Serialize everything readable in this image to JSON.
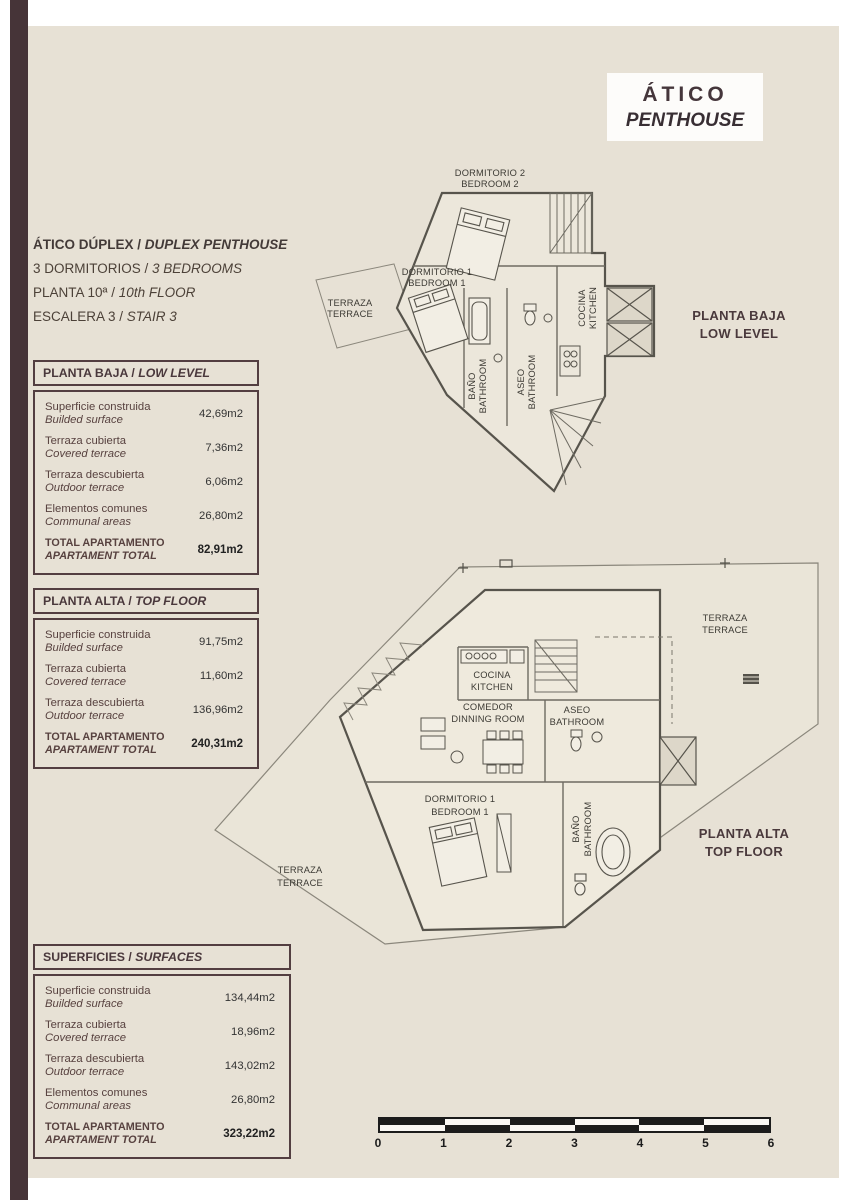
{
  "theme": {
    "accent_color": "#463438",
    "background_color": "#e7e1d5",
    "table_border_color": "#533e41"
  },
  "title_box": {
    "line1": "ÁTICO",
    "line2": "PENTHOUSE"
  },
  "info_block": {
    "lines": [
      {
        "es": "ÁTICO DÚPLEX / ",
        "en": "DUPLEX PENTHOUSE"
      },
      {
        "es": "3 DORMITORIOS / ",
        "en": "3 BEDROOMS"
      },
      {
        "es": "PLANTA 10ª / ",
        "en": "10th FLOOR"
      },
      {
        "es": "ESCALERA 3 / ",
        "en": "STAIR 3"
      }
    ]
  },
  "tables": {
    "low_level": {
      "title_es": "PLANTA BAJA / ",
      "title_en": "LOW LEVEL",
      "rows": [
        {
          "es": "Superficie construida",
          "en": "Builded surface",
          "value": "42,69m2"
        },
        {
          "es": "Terraza cubierta",
          "en": "Covered terrace",
          "value": "7,36m2"
        },
        {
          "es": "Terraza descubierta",
          "en": "Outdoor terrace",
          "value": "6,06m2"
        },
        {
          "es": "Elementos comunes",
          "en": "Communal areas",
          "value": "26,80m2"
        }
      ],
      "total": {
        "es": "TOTAL APARTAMENTO",
        "en": "APARTAMENT TOTAL",
        "value": "82,91m2"
      }
    },
    "top_floor": {
      "title_es": "PLANTA ALTA / ",
      "title_en": "TOP FLOOR",
      "rows": [
        {
          "es": "Superficie construida",
          "en": "Builded surface",
          "value": "91,75m2"
        },
        {
          "es": "Terraza cubierta",
          "en": "Covered terrace",
          "value": "11,60m2"
        },
        {
          "es": "Terraza descubierta",
          "en": "Outdoor terrace",
          "value": "136,96m2"
        }
      ],
      "total": {
        "es": "TOTAL APARTAMENTO",
        "en": "APARTAMENT TOTAL",
        "value": "240,31m2"
      }
    },
    "surfaces": {
      "title_es": "SUPERFICIES / ",
      "title_en": "SURFACES",
      "rows": [
        {
          "es": "Superficie construida",
          "en": "Builded surface",
          "value": "134,44m2"
        },
        {
          "es": "Terraza cubierta",
          "en": "Covered terrace",
          "value": "18,96m2"
        },
        {
          "es": "Terraza descubierta",
          "en": "Outdoor terrace",
          "value": "143,02m2"
        },
        {
          "es": "Elementos comunes",
          "en": "Communal areas",
          "value": "26,80m2"
        }
      ],
      "total": {
        "es": "TOTAL APARTAMENTO",
        "en": "APARTAMENT TOTAL",
        "value": "323,22m2"
      }
    }
  },
  "plan_low": {
    "side_label_es": "PLANTA BAJA",
    "side_label_en": "LOW LEVEL",
    "labels": {
      "bedroom2_es": "DORMITORIO 2",
      "bedroom2_en": "BEDROOM 2",
      "bedroom1_es": "DORMITORIO 1",
      "bedroom1_en": "BEDROOM 1",
      "terrace_es": "TERRAZA",
      "terrace_en": "TERRACE",
      "kitchen_es": "COCINA",
      "kitchen_en": "KITCHEN",
      "bath_es": "BAÑO",
      "bath_en": "BATHROOM",
      "aseo_es": "ASEO",
      "aseo_en": "BATHROOM"
    }
  },
  "plan_top": {
    "side_label_es": "PLANTA ALTA",
    "side_label_en": "TOP FLOOR",
    "labels": {
      "terrace_top_es": "TERRAZA",
      "terrace_top_en": "TERRACE",
      "kitchen_es": "COCINA",
      "kitchen_en": "KITCHEN",
      "dining_es": "COMEDOR",
      "dining_en": "DINNING ROOM",
      "aseo_es": "ASEO",
      "aseo_en": "BATHROOM",
      "bedroom1_es": "DORMITORIO 1",
      "bedroom1_en": "BEDROOM 1",
      "bath_es": "BAÑO",
      "bath_en": "BATHROOM",
      "terrace_bottom_es": "TERRAZA",
      "terrace_bottom_en": "TERRACE"
    }
  },
  "scale_bar": {
    "ticks": [
      "0",
      "1",
      "2",
      "3",
      "4",
      "5",
      "6"
    ]
  }
}
